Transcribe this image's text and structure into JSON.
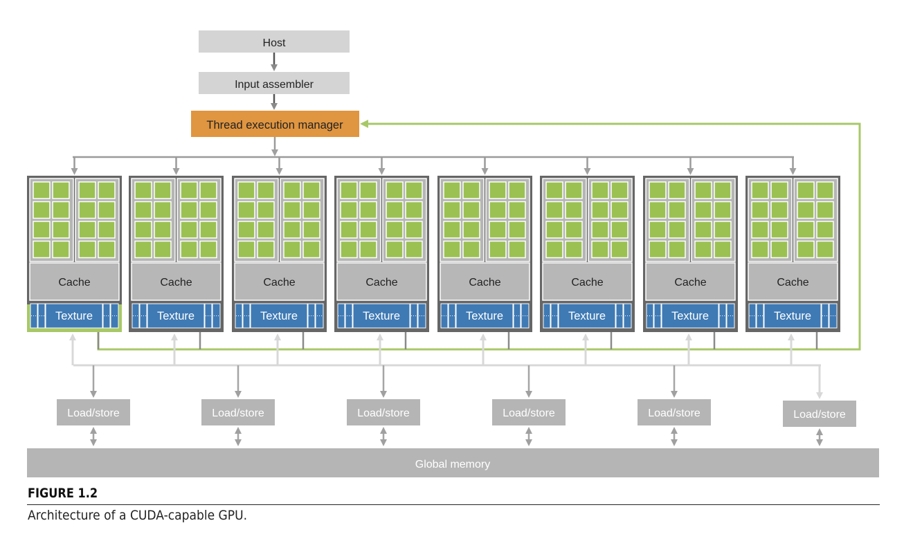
{
  "diagram": {
    "title": "Architecture of a CUDA-capable GPU",
    "host": {
      "label": "Host"
    },
    "input_assembler": {
      "label": "Input assembler"
    },
    "thread_execution_manager": {
      "label": "Thread execution manager"
    },
    "streaming_multiprocessors": [
      {
        "cache_label": "Cache",
        "texture_label": "Texture",
        "highlighted": true
      },
      {
        "cache_label": "Cache",
        "texture_label": "Texture",
        "highlighted": false
      },
      {
        "cache_label": "Cache",
        "texture_label": "Texture",
        "highlighted": false
      },
      {
        "cache_label": "Cache",
        "texture_label": "Texture",
        "highlighted": false
      },
      {
        "cache_label": "Cache",
        "texture_label": "Texture",
        "highlighted": false
      },
      {
        "cache_label": "Cache",
        "texture_label": "Texture",
        "highlighted": false
      },
      {
        "cache_label": "Cache",
        "texture_label": "Texture",
        "highlighted": false
      },
      {
        "cache_label": "Cache",
        "texture_label": "Texture",
        "highlighted": false
      }
    ],
    "cores_per_group": {
      "columns": 2,
      "rows": 4,
      "groups": 2
    },
    "load_store_units": [
      {
        "label": "Load/store"
      },
      {
        "label": "Load/store"
      },
      {
        "label": "Load/store"
      },
      {
        "label": "Load/store"
      },
      {
        "label": "Load/store"
      },
      {
        "label": "Load/store"
      }
    ],
    "global_memory": {
      "label": "Global memory"
    },
    "colors": {
      "host_box": "#d4d4d4",
      "thread_manager": "#e09540",
      "sm_frame": "#666666",
      "core_group_bg": "#b5b5b5",
      "core": "#9bc152",
      "cache": "#b7b7b7",
      "texture": "#3f7ab4",
      "highlight": "#a8c868",
      "arrow_dark": "#9a9a9a",
      "arrow_light": "#d4d4d4",
      "feedback_line": "#a8c868",
      "load_store": "#b5b5b5",
      "global_memory": "#b5b5b5"
    }
  },
  "caption": {
    "figure_label": "FIGURE 1.2",
    "text": "Architecture of a CUDA-capable GPU."
  }
}
